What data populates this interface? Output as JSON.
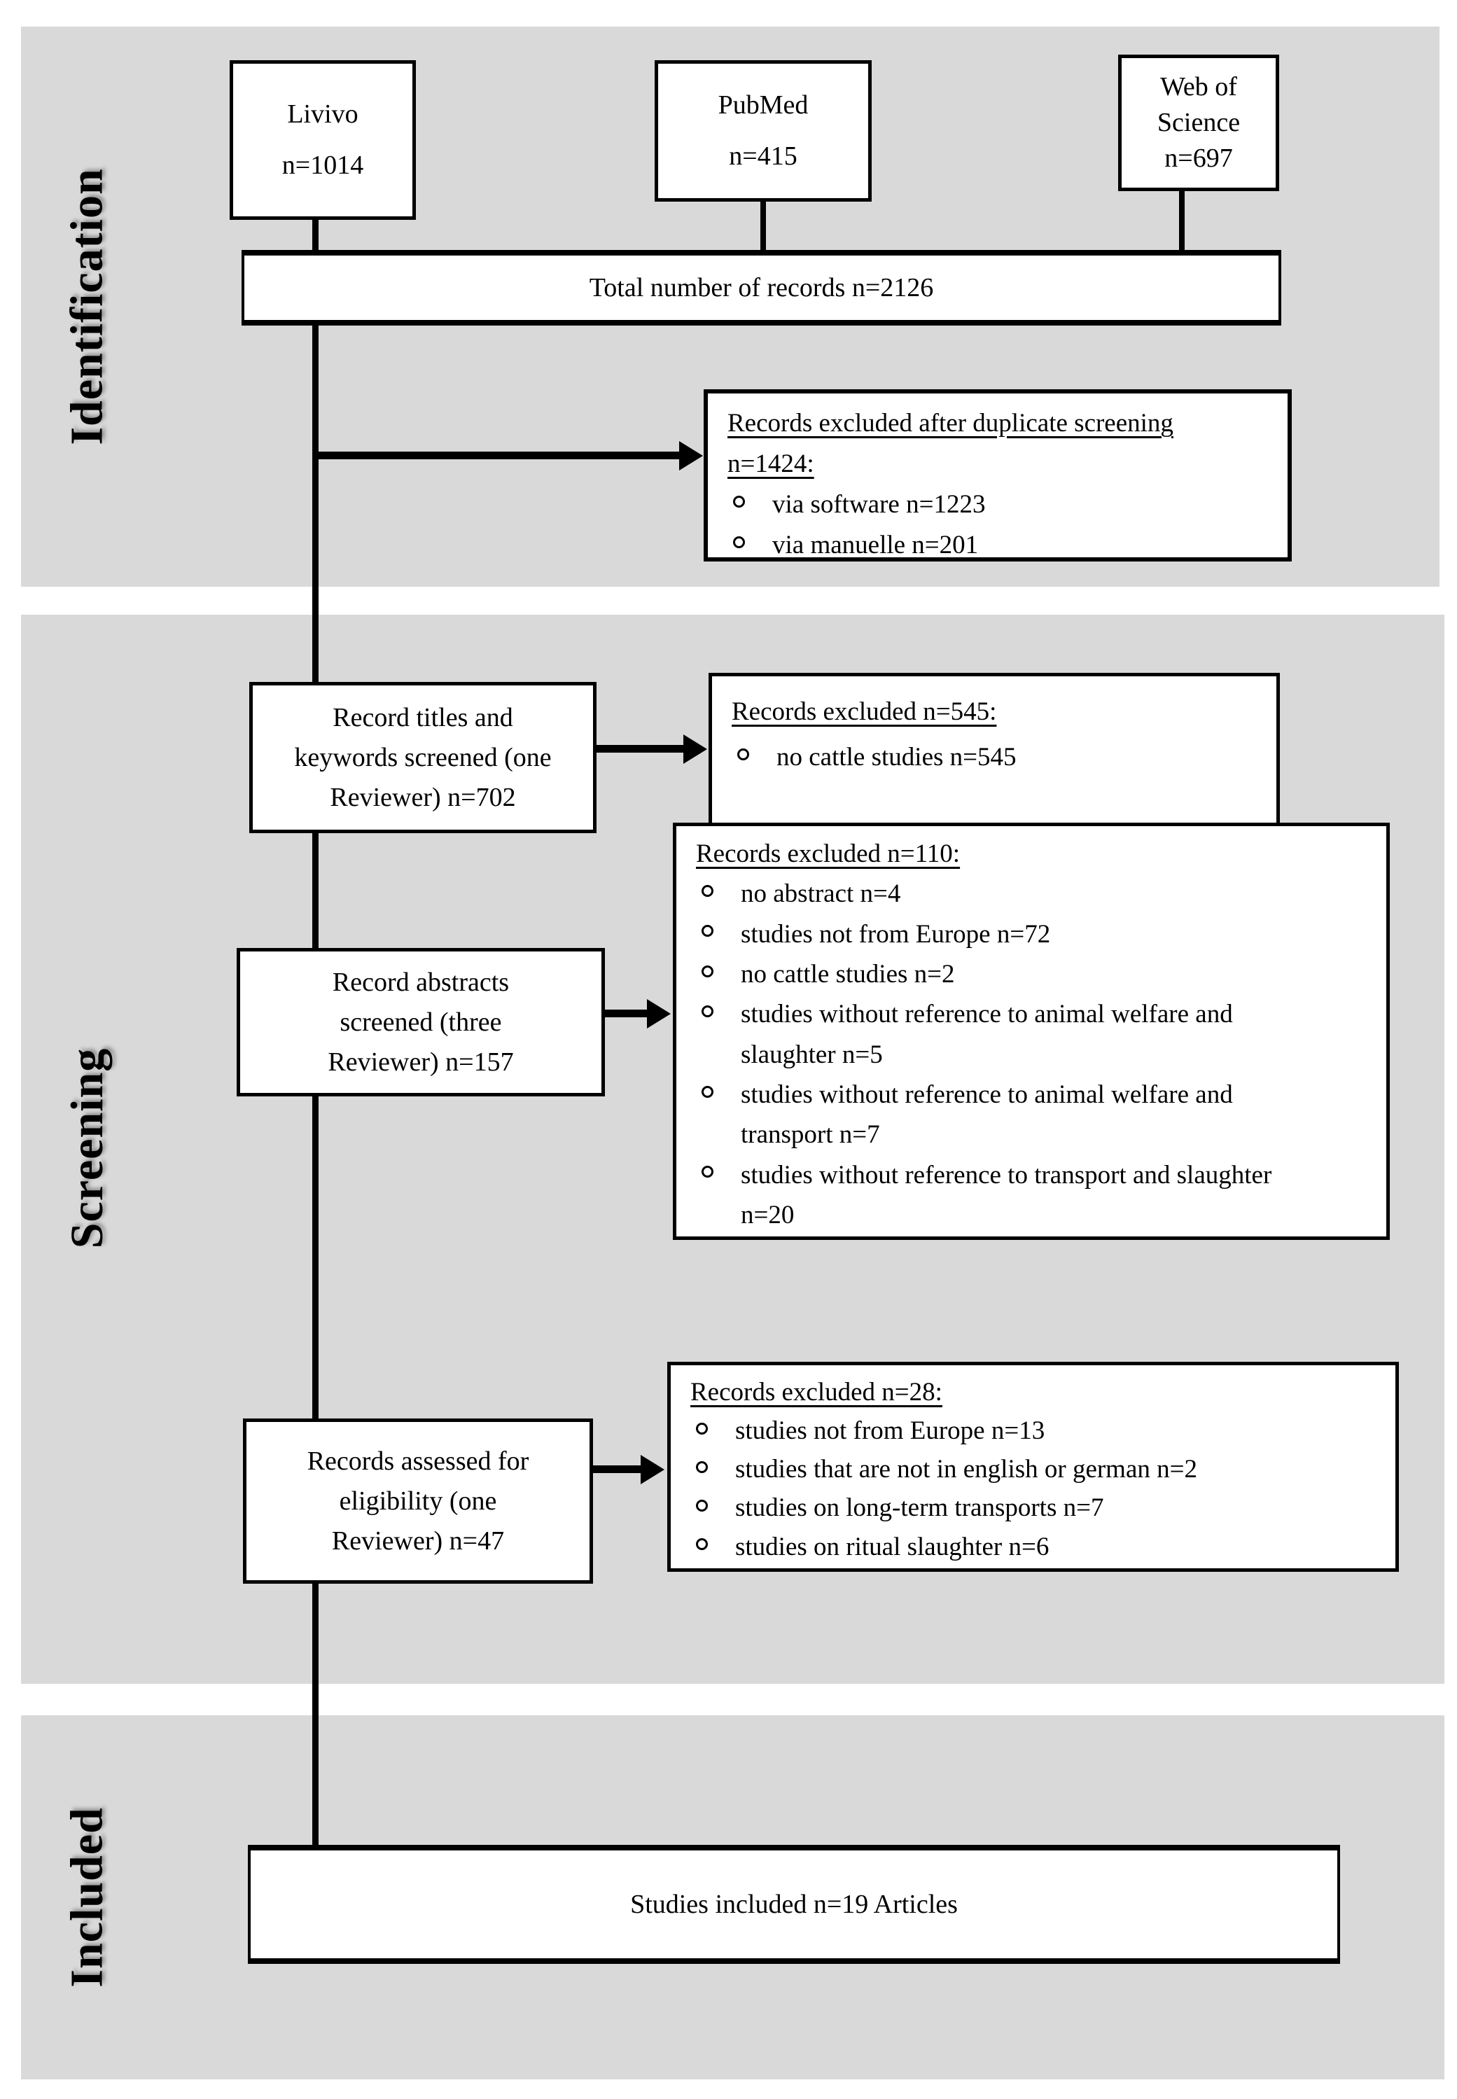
{
  "colors": {
    "band_background": "#d9d9d9",
    "box_background": "#ffffff",
    "line_and_text": "#000000"
  },
  "bands": {
    "identification": "Identification",
    "screening": "Screening",
    "included": "Included"
  },
  "sources": [
    {
      "name": "Livivo",
      "count": "n=1014"
    },
    {
      "name": "PubMed",
      "count": "n=415"
    },
    {
      "name": "Web of Science",
      "count": "n=697"
    }
  ],
  "total": {
    "label": "Total number of records n=2126"
  },
  "excluded_duplicates": {
    "title": "Records excluded after duplicate screening n=1424:",
    "items": [
      "via software n=1223",
      "via manuelle n=201"
    ]
  },
  "screened_titles": {
    "lines": [
      "Record titles and",
      "keywords screened (one",
      "Reviewer) n=702"
    ]
  },
  "excluded_545": {
    "title": "Records excluded n=545:",
    "items": [
      "no cattle studies n=545"
    ]
  },
  "screened_abstracts": {
    "lines": [
      "Record abstracts",
      "screened (three",
      "Reviewer) n=157"
    ]
  },
  "excluded_110": {
    "title": "Records excluded n=110:",
    "items": [
      "no abstract n=4",
      "studies not from Europe n=72",
      "no cattle studies n=2",
      "studies without reference to animal welfare and slaughter n=5",
      "studies without reference to animal welfare and transport n=7",
      "studies without reference to transport and slaughter n=20"
    ]
  },
  "assessed": {
    "lines": [
      "Records assessed for",
      "eligibility (one",
      "Reviewer) n=47"
    ]
  },
  "excluded_28": {
    "title": "Records excluded n=28:",
    "items": [
      "studies not from Europe n=13",
      "studies that are not in english or german n=2",
      "studies on long-term transports n=7",
      "studies on ritual slaughter n=6"
    ]
  },
  "included_box": {
    "label": "Studies included n=19 Articles"
  }
}
